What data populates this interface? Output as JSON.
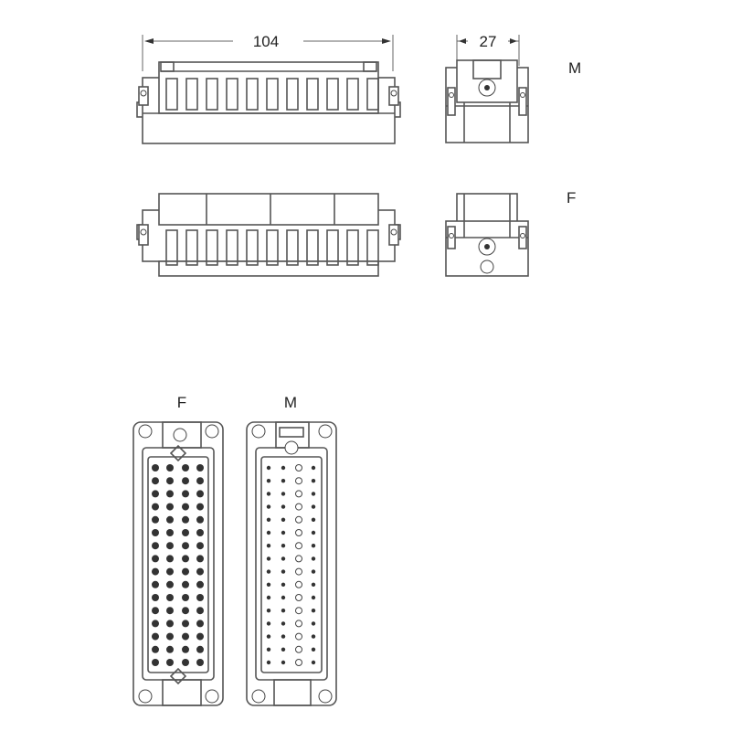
{
  "dimensions": {
    "length": "104",
    "depth": "27"
  },
  "labels": {
    "male_side": "M",
    "female_side": "F",
    "female_face": "F",
    "male_face": "M"
  },
  "face_view": {
    "columns": 4,
    "rows": 16
  }
}
